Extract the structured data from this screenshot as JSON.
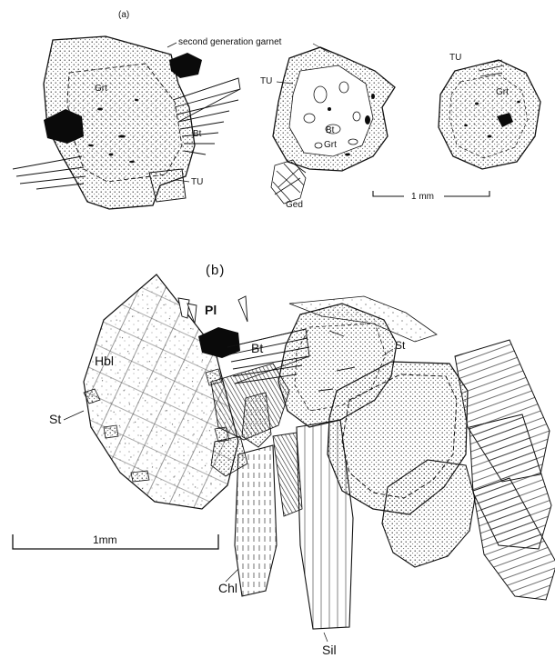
{
  "panel_a": {
    "panel_label": "(a)",
    "labels": {
      "second_generation_garnet": "second generation garnet",
      "grt_left": "Grt",
      "bt_left": "Bt",
      "tu_left": "TU",
      "tu_middle": "TU",
      "bt_middle": "Bt",
      "grt_middle": "Grt",
      "ged": "Ged",
      "tu_right": "TU",
      "grt_right": "Grt"
    },
    "scale_label": "1 mm"
  },
  "panel_b": {
    "panel_label": "(b)",
    "labels": {
      "pl": "Pl",
      "hbl": "Hbl",
      "bt": "Bt",
      "st_right": "St",
      "st_left": "St",
      "chl": "Chl",
      "sil": "Sil"
    },
    "scale_label": "1mm"
  },
  "colors": {
    "ink": "#111111",
    "paper": "#ffffff",
    "stipple": "#333333"
  }
}
